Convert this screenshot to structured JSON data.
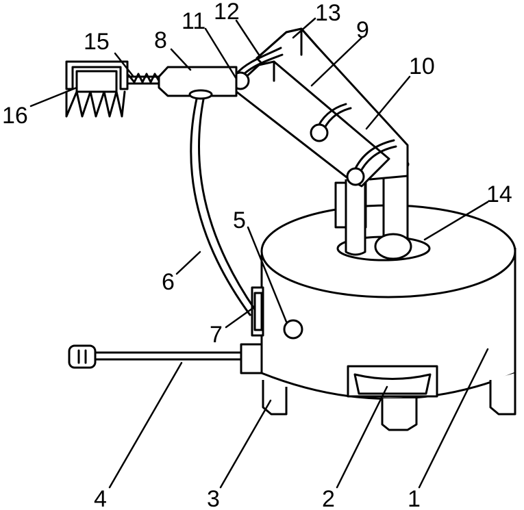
{
  "labels": {
    "n1": "1",
    "n2": "2",
    "n3": "3",
    "n4": "4",
    "n5": "5",
    "n6": "6",
    "n7": "7",
    "n8": "8",
    "n9": "9",
    "n10": "10",
    "n11": "11",
    "n12": "12",
    "n13": "13",
    "n14": "14",
    "n15": "15",
    "n16": "16"
  }
}
